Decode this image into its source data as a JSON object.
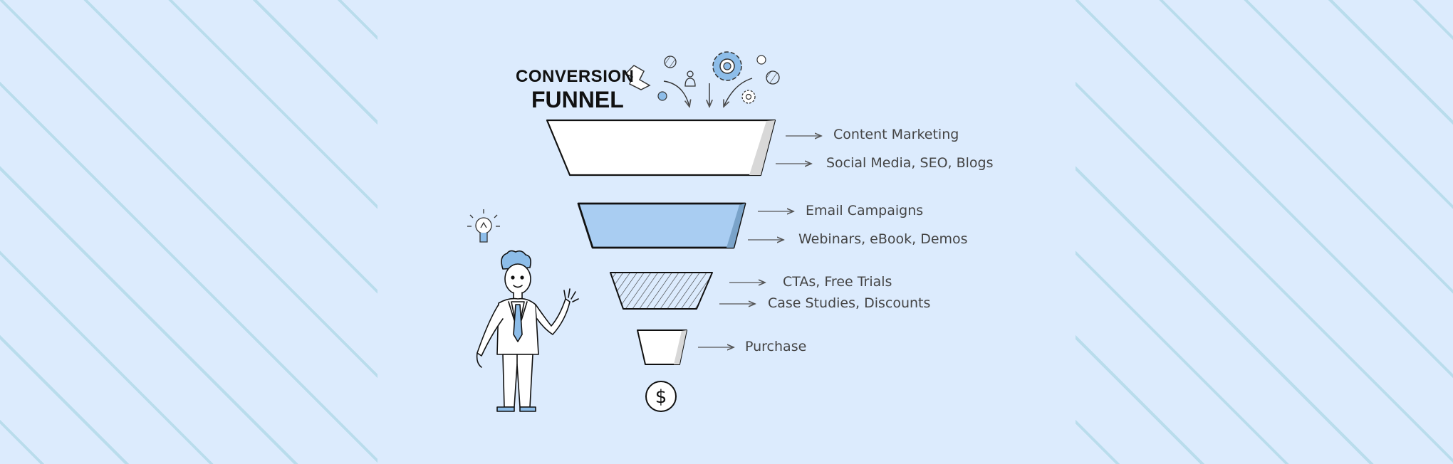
{
  "title": {
    "line1": "CONVERSION",
    "line2": "FUNNEL"
  },
  "stages": [
    {
      "name": "top",
      "labels": [
        "Content Marketing",
        "Social Media, SEO, Blogs"
      ]
    },
    {
      "name": "second",
      "labels": [
        "Email Campaigns",
        "Webinars, eBook, Demos"
      ]
    },
    {
      "name": "third",
      "labels": [
        "CTAs, Free Trials",
        "Case Studies, Discounts"
      ]
    },
    {
      "name": "bottom",
      "labels": [
        "Purchase"
      ]
    }
  ],
  "icons": [
    "puzzle-icon",
    "user-icon",
    "gear-icon",
    "small-gear-icon",
    "lightbulb-icon",
    "dollar-coin-icon",
    "businessman-illustration"
  ],
  "colors": {
    "background": "#dcebfd",
    "stripe": "#b5dbea",
    "accent_blue": "#a9cdf2",
    "icon_blue": "#8dbde9",
    "text": "#444444",
    "title": "#111111"
  }
}
